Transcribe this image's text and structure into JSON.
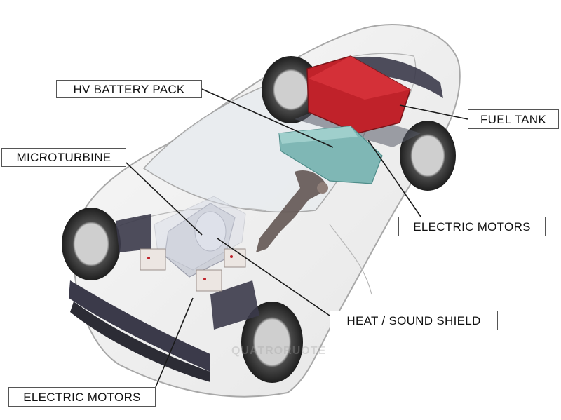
{
  "callouts": {
    "hv_battery_pack": "HV BATTERY PACK",
    "fuel_tank": "FUEL TANK",
    "microturbine": "MICROTURBINE",
    "electric_motors_rear": "ELECTRIC MOTORS",
    "heat_sound_shield": "HEAT / SOUND SHIELD",
    "electric_motors_front": "ELECTRIC MOTORS"
  },
  "watermark": "QUATRORUOTE",
  "colors": {
    "body_outline": "#9a9a9a",
    "fuel_tank": "#c0222a",
    "battery_pack": "#7fb7b5",
    "tire": "#2e2e2e",
    "frame": "#3b3a4a",
    "leader_line": "#1a1a1a"
  }
}
